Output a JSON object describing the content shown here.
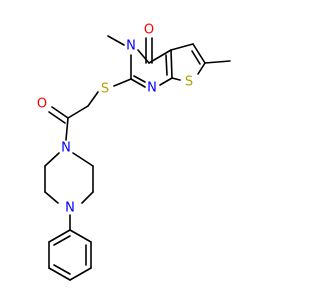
{
  "molecule": {
    "atoms": {
      "carbonyl_oxygen_ring": "O",
      "carbonyl_oxygen_chain": "O",
      "n3": "N",
      "n1": "N",
      "thioether_sulfur": "S",
      "thiophene_sulfur": "S",
      "piperazine_n_acyl": "N",
      "piperazine_n_aryl": "N"
    },
    "colors": {
      "bond": "#000000",
      "oxygen": "#ff0000",
      "nitrogen": "#0000ff",
      "sulfur": "#b3a100",
      "background": "#ffffff"
    }
  }
}
